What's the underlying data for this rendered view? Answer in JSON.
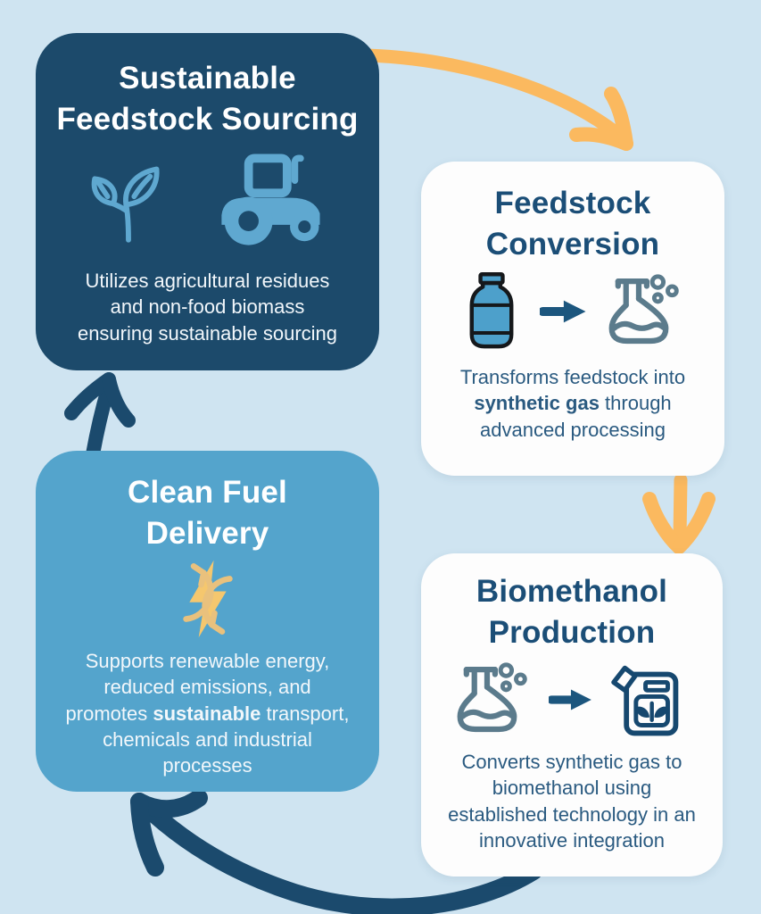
{
  "colors": {
    "background": "#cfe4f1",
    "navy_card": "#1c4a6b",
    "blue_card": "#54a4cc",
    "white_card": "#fdfdfd",
    "title_on_white": "#1b4e77",
    "body_on_white": "#2a5a80",
    "text_on_dark": "#ffffff",
    "yellow_arrow": "#fbb95f",
    "navy_arrow": "#1b4a6d",
    "light_blue_icon": "#5fa8d0",
    "bottle_fill": "#4da0cb",
    "flask_stroke": "#5b7b8c",
    "fuel_can_navy": "#16486f",
    "bolt_yellow": "#f5c76e",
    "cycle_yellow": "#e9c17d"
  },
  "cards": [
    {
      "id": "sustainable-feedstock-sourcing",
      "title": "Sustainable\nFeedstock Sourcing",
      "body": {
        "pre": "Utilizes agricultural residues\nand non-food biomass\nensuring sustainable sourcing",
        "bold": "",
        "post": ""
      },
      "icons": [
        "sprout-icon",
        "tractor-icon"
      ]
    },
    {
      "id": "feedstock-conversion",
      "title": "Feedstock\nConversion",
      "body": {
        "pre": "Transforms feedstock into\n",
        "bold": "synthetic gas",
        "post": " through\nadvanced processing"
      },
      "icons": [
        "bottle-icon",
        "arrow-right-icon",
        "flask-icon"
      ]
    },
    {
      "id": "biomethanol-production",
      "title": "Biomethanol\nProduction",
      "body": {
        "pre": "Converts synthetic gas to\nbiomethanol using\nestablished technology in an\ninnovative integration",
        "bold": "",
        "post": ""
      },
      "icons": [
        "flask-icon",
        "arrow-right-icon",
        "fuel-can-icon"
      ]
    },
    {
      "id": "clean-fuel-delivery",
      "title": "Clean Fuel\nDelivery",
      "body": {
        "pre": "Supports renewable energy,\nreduced emissions, and\npromotes ",
        "bold": "sustainable",
        "post": " transport,\nchemicals and industrial\nprocesses"
      },
      "icons": [
        "energy-cycle-icon"
      ]
    }
  ],
  "arrows": [
    {
      "name": "arrow-sourcing-to-conversion",
      "from": "sustainable-feedstock-sourcing",
      "to": "feedstock-conversion",
      "color": "#fbb95f"
    },
    {
      "name": "arrow-conversion-to-production",
      "from": "feedstock-conversion",
      "to": "biomethanol-production",
      "color": "#fbb95f"
    },
    {
      "name": "arrow-production-to-delivery",
      "from": "biomethanol-production",
      "to": "clean-fuel-delivery",
      "color": "#1b4a6d"
    },
    {
      "name": "arrow-delivery-to-sourcing",
      "from": "clean-fuel-delivery",
      "to": "sustainable-feedstock-sourcing",
      "color": "#1b4a6d"
    }
  ]
}
